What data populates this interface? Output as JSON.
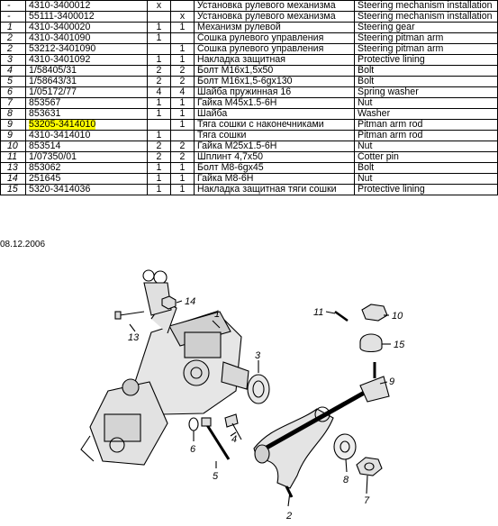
{
  "table": {
    "rows": [
      {
        "pos": "-",
        "code": "4310-3400012",
        "q1": "x",
        "q2": "",
        "ru": "Установка рулевого механизма",
        "en": "Steering mechanism installation",
        "highlight": false
      },
      {
        "pos": "-",
        "code": "55111-3400012",
        "q1": "",
        "q2": "x",
        "ru": "Установка рулевого механизма",
        "en": "Steering mechanism installation",
        "highlight": false
      },
      {
        "pos": "1",
        "code": "4310-3400020",
        "q1": "1",
        "q2": "1",
        "ru": "Механизм рулевой",
        "en": "Steering gear",
        "highlight": false
      },
      {
        "pos": "2",
        "code": "4310-3401090",
        "q1": "1",
        "q2": "",
        "ru": "Сошка рулевого управления",
        "en": "Steering pitman arm",
        "highlight": false
      },
      {
        "pos": "2",
        "code": "53212-3401090",
        "q1": "",
        "q2": "1",
        "ru": "Сошка рулевого управления",
        "en": "Steering pitman arm",
        "highlight": false
      },
      {
        "pos": "3",
        "code": "4310-3401092",
        "q1": "1",
        "q2": "1",
        "ru": "Накладка защитная",
        "en": "Protective lining",
        "highlight": false
      },
      {
        "pos": "4",
        "code": "1/58405/31",
        "q1": "2",
        "q2": "2",
        "ru": "Болт  М16х1,5х50",
        "en": "Bolt",
        "highlight": false
      },
      {
        "pos": "5",
        "code": "1/58643/31",
        "q1": "2",
        "q2": "2",
        "ru": "Болт  М16х1,5-6gх130",
        "en": "Bolt",
        "highlight": false
      },
      {
        "pos": "6",
        "code": "1/05172/77",
        "q1": "4",
        "q2": "4",
        "ru": "Шайба пружинная 16",
        "en": "Spring washer",
        "highlight": false
      },
      {
        "pos": "7",
        "code": "853567",
        "q1": "1",
        "q2": "1",
        "ru": "Гайка М45х1.5-6Н",
        "en": "Nut",
        "highlight": false
      },
      {
        "pos": "8",
        "code": "853631",
        "q1": "1",
        "q2": "1",
        "ru": "Шайба",
        "en": "Washer",
        "highlight": false
      },
      {
        "pos": "9",
        "code": "53205-3414010",
        "q1": "",
        "q2": "1",
        "ru": "Тяга сошки с наконечниками",
        "en": "Pitman arm rod",
        "highlight": true
      },
      {
        "pos": "9",
        "code": "4310-3414010",
        "q1": "1",
        "q2": "",
        "ru": "Тяга сошки",
        "en": "Pitman arm rod",
        "highlight": false
      },
      {
        "pos": "10",
        "code": "853514",
        "q1": "2",
        "q2": "2",
        "ru": "Гайка М25х1.5-6Н",
        "en": "Nut",
        "highlight": false
      },
      {
        "pos": "11",
        "code": "1/07350/01",
        "q1": "2",
        "q2": "2",
        "ru": "Шплинт  4,7х50",
        "en": "Cotter pin",
        "highlight": false
      },
      {
        "pos": "13",
        "code": "853062",
        "q1": "1",
        "q2": "1",
        "ru": "Болт М8-6gх45",
        "en": "Bolt",
        "highlight": false
      },
      {
        "pos": "14",
        "code": "251645",
        "q1": "1",
        "q2": "1",
        "ru": "Гайка М8-6Н",
        "en": "Nut",
        "highlight": false
      },
      {
        "pos": "15",
        "code": "5320-3414036",
        "q1": "1",
        "q2": "1",
        "ru": "Накладка защитная тяги сошки",
        "en": "Protective lining",
        "highlight": false
      }
    ]
  },
  "date": "08.12.2006",
  "callouts": {
    "c1": "1",
    "c2": "2",
    "c3": "3",
    "c4": "4",
    "c5": "5",
    "c6": "6",
    "c7": "7",
    "c8": "8",
    "c9": "9",
    "c10": "10",
    "c11": "11",
    "c13": "13",
    "c14": "14",
    "c15": "15"
  }
}
